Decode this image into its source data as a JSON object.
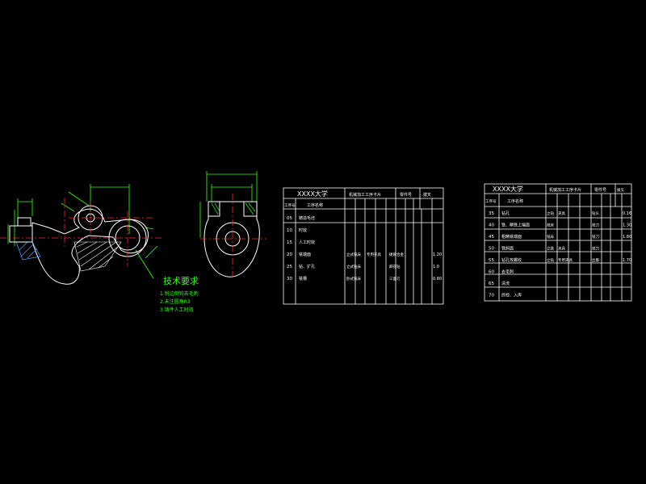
{
  "tech_requirements": {
    "title": "技术要求",
    "items": [
      "1.锐边倒钝去毛刺",
      "2.未注圆角R3",
      "3.铸件人工时效"
    ]
  },
  "sheet1": {
    "school": "XXXX大学",
    "card_title": "机械加工工序卡片",
    "product_label": "零件号",
    "part_label": "拨叉",
    "col_no": "工序号",
    "col_name": "工序名称",
    "rows": [
      {
        "no": "05",
        "name": "铸造毛坯"
      },
      {
        "no": "10",
        "name": "时效"
      },
      {
        "no": "15",
        "name": "人工时效"
      },
      {
        "no": "20",
        "name": "铣端面",
        "machine": "立式铣床",
        "fixture": "专用夹具",
        "tool": "硬质合金",
        "time": "1.20"
      },
      {
        "no": "25",
        "name": "钻、扩孔",
        "machine": "立式钻床",
        "fixture": "",
        "tool": "麻花钻",
        "time": "1.0"
      },
      {
        "no": "30",
        "name": "铣槽",
        "machine": "卧式铣床",
        "fixture": "",
        "tool": "三面刃",
        "time": "0.80"
      }
    ]
  },
  "sheet2": {
    "school": "XXXX大学",
    "card_title": "机械加工工序卡片",
    "product_label": "零件号",
    "part_label": "拨叉",
    "col_no": "工序号",
    "col_name": "工序名称",
    "rows": [
      {
        "no": "35",
        "name": "钻孔",
        "machine": "立钻",
        "fixture": "夹具",
        "tool": "钻头",
        "time": "0.16"
      },
      {
        "no": "40",
        "name": "铣、精铣上端面",
        "machine": "铣床",
        "fixture": "",
        "tool": "铣刀",
        "time": "1.30"
      },
      {
        "no": "45",
        "name": "粗精铣端面",
        "machine": "铣床",
        "fixture": "",
        "tool": "铣刀",
        "time": "1.80"
      },
      {
        "no": "50",
        "name": "铣斜面",
        "machine": "立铣",
        "fixture": "夹具",
        "tool": "铣刀",
        "time": ""
      },
      {
        "no": "55",
        "name": "钻孔攻螺纹",
        "machine": "立钻",
        "fixture": "专用夹具",
        "tool": "丝锥",
        "time": "1.70"
      },
      {
        "no": "60",
        "name": "去毛刺",
        "machine": "",
        "fixture": "",
        "tool": "",
        "time": ""
      },
      {
        "no": "65",
        "name": "清洗",
        "machine": "",
        "fixture": "",
        "tool": "",
        "time": ""
      },
      {
        "no": "70",
        "name": "终检、入库",
        "machine": "",
        "fixture": "",
        "tool": "",
        "time": ""
      }
    ]
  }
}
